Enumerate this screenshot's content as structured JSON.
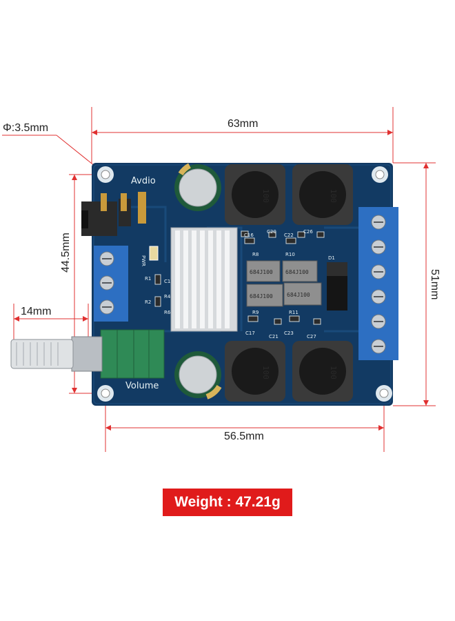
{
  "dimensions": {
    "hole_diameter": "Φ:3.5mm",
    "width_overall": "63mm",
    "height_overall": "51mm",
    "height_inner": "44.5mm",
    "width_inner": "56.5mm",
    "knob_offset": "14mm"
  },
  "board": {
    "label_audio": "Avdio",
    "label_volume": "Volume",
    "label_pwr": "PWR",
    "parts": {
      "c16": "C16",
      "c20": "C20",
      "c22": "C22",
      "c26": "C26",
      "r8": "R8",
      "r10": "R10",
      "r9": "R9",
      "r11": "R11",
      "c17": "C17",
      "c21": "C21",
      "c23": "C23",
      "c27": "C27",
      "d1": "D1",
      "r1": "R1",
      "r2": "R2",
      "r4": "R4",
      "r6": "R6",
      "c1": "C1"
    },
    "inductor_marking": "100",
    "capacitor_marking": "684J100"
  },
  "weight_label": "Weight : 47.21g",
  "colors": {
    "pcb": "#123a63",
    "dimension_line": "#e03030",
    "badge": "#e01b1b",
    "terminal": "#2d6fc2"
  }
}
